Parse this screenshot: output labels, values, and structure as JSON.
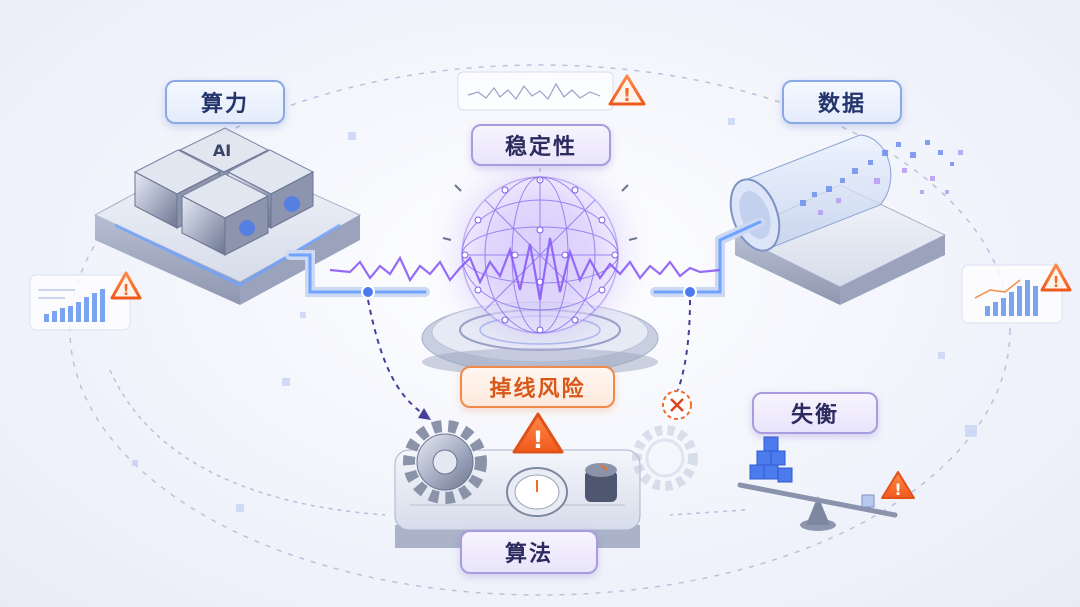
{
  "labels": {
    "compute": "算力",
    "data": "数据",
    "stability": "稳定性",
    "dropout_risk": "掉线风险",
    "imbalance": "失衡",
    "algorithm": "算法"
  },
  "chip_text": "AI",
  "colors": {
    "accent_blue": "#4b7bec",
    "accent_purple": "#8b5cf6",
    "warning_orange": "#f26b2a",
    "label_border_blue": "#8aa8e6"
  },
  "icons": [
    "warning-icon",
    "error-x-icon",
    "gear-icon",
    "dial-icon",
    "knob-icon",
    "scale-icon",
    "neural-sphere-icon",
    "data-cylinder-icon",
    "chip-icon"
  ]
}
